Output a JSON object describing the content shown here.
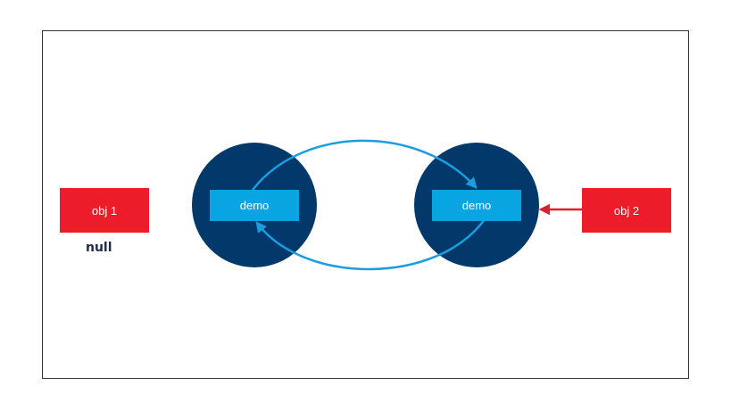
{
  "diagram": {
    "left_object": {
      "label": "obj 1",
      "reference": "null"
    },
    "right_object": {
      "label": "obj 2"
    },
    "nodes": [
      {
        "label": "demo"
      },
      {
        "label": "demo"
      }
    ]
  },
  "colors": {
    "object_box": "#ec1c2b",
    "node_circle": "#02386a",
    "node_label_bg": "#09a5e3",
    "cycle_arrow": "#1b9de0",
    "reference_arrow": "#d9222e",
    "frame_border": "#333333"
  }
}
